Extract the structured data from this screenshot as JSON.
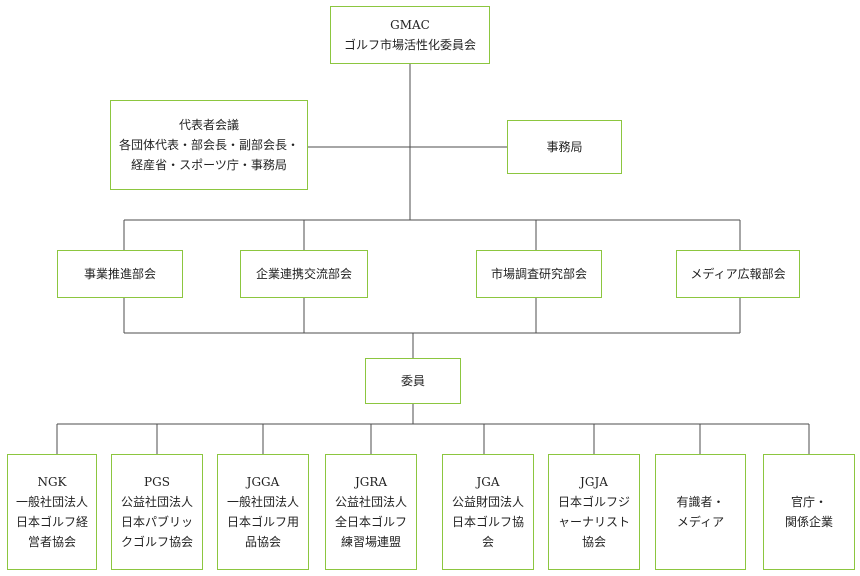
{
  "colors": {
    "box_border": "#8cc63f",
    "connector": "#4d4d4d",
    "text": "#222222"
  },
  "top": {
    "lines": [
      "GMAC",
      "ゴルフ市場活性化委員会"
    ]
  },
  "representatives": {
    "lines": [
      "代表者会議",
      "各団体代表・部会長・副部会長・",
      "経産省・スポーツ庁・事務局"
    ]
  },
  "secretariat": {
    "lines": [
      "事務局"
    ]
  },
  "divisions": [
    {
      "lines": [
        "事業推進部会"
      ]
    },
    {
      "lines": [
        "企業連携交流部会"
      ]
    },
    {
      "lines": [
        "市場調査研究部会"
      ]
    },
    {
      "lines": [
        "メディア広報部会"
      ]
    }
  ],
  "members_header": {
    "lines": [
      "委員"
    ]
  },
  "members": [
    {
      "lines": [
        "NGK",
        "一般社団法人",
        "日本ゴルフ経",
        "営者協会"
      ]
    },
    {
      "lines": [
        "PGS",
        "公益社団法人",
        "日本パブリッ",
        "クゴルフ協会"
      ]
    },
    {
      "lines": [
        "JGGA",
        "一般社団法人",
        "日本ゴルフ用",
        "品協会"
      ]
    },
    {
      "lines": [
        "JGRA",
        "公益社団法人",
        "全日本ゴルフ",
        "練習場連盟"
      ]
    },
    {
      "lines": [
        "JGA",
        "公益財団法人",
        "日本ゴルフ協",
        "会"
      ]
    },
    {
      "lines": [
        "JGJA",
        "日本ゴルフジ",
        "ャーナリスト",
        "協会"
      ]
    },
    {
      "lines": [
        "有識者・",
        "メディア"
      ]
    },
    {
      "lines": [
        "官庁・",
        "関係企業"
      ]
    }
  ]
}
